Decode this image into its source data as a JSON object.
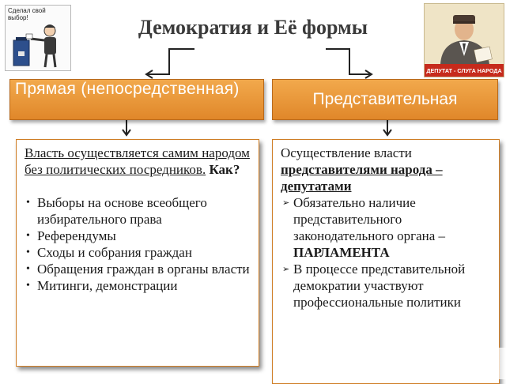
{
  "title": "Демократия и  Её формы",
  "left_picture": {
    "caption": "Сделал свой выбор!",
    "icon": "voter-with-ballot-box-cartoon"
  },
  "right_picture": {
    "banner": "ДЕПУТАТ - СЛУГА НАРОДА",
    "icon": "deputy-poster"
  },
  "direct": {
    "header": "Прямая (непосредственная)",
    "intro": "Власть осуществляется самим народом без политических посредников.",
    "how": "Как?",
    "items": [
      "Выборы на основе всеобщего избирательного права",
      "Референдумы",
      "Сходы и собрания граждан",
      "Обращения граждан в органы власти",
      "Митинги, демонстрации"
    ]
  },
  "representative": {
    "header": "Представительная",
    "intro_plain": "Осуществление власти",
    "intro_bold": "представителями народа – депутатами",
    "items": [
      {
        "text": "Обязательно наличие представительного законодательного органа –",
        "bold": "ПАРЛАМЕНТА"
      },
      {
        "text": "В процессе представительной демократии  участвуют профессиональные политики",
        "bold": ""
      }
    ]
  },
  "colors": {
    "header_orange": "#e8962f",
    "box_border": "#cf7d24"
  }
}
